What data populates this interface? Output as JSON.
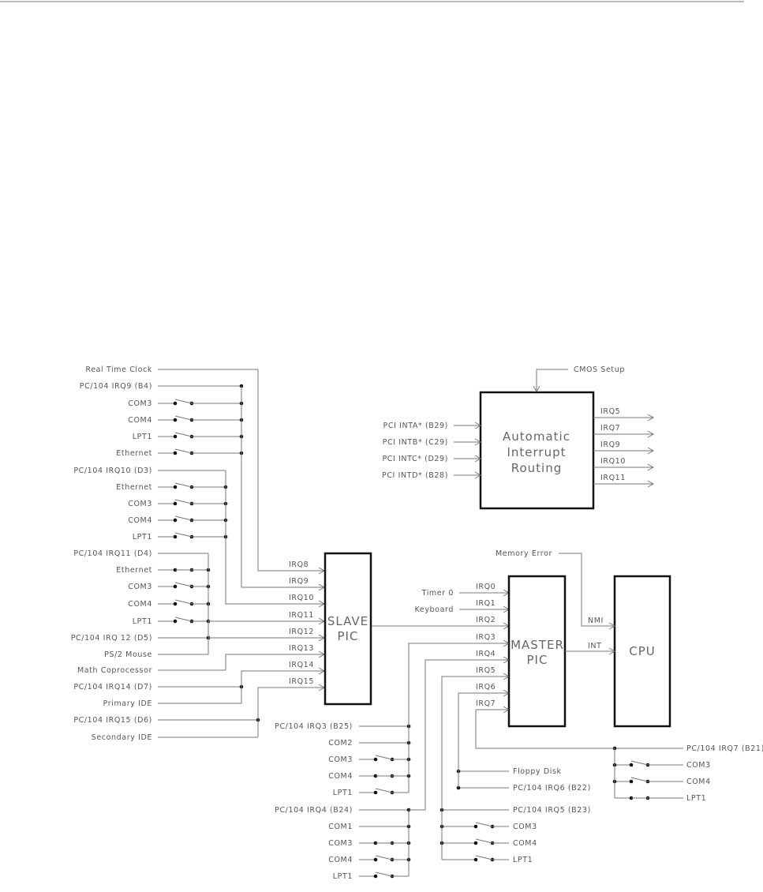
{
  "slave_inputs": [
    {
      "label": "Real Time Clock",
      "switch": "none"
    },
    {
      "label": "PC/104 IRQ9 (B4)",
      "switch": "none"
    },
    {
      "label": "COM3",
      "switch": "open"
    },
    {
      "label": "COM4",
      "switch": "open"
    },
    {
      "label": "LPT1",
      "switch": "open"
    },
    {
      "label": "Ethernet",
      "switch": "open"
    },
    {
      "label": "PC/104 IRQ10 (D3)",
      "switch": "none"
    },
    {
      "label": "Ethernet",
      "switch": "open"
    },
    {
      "label": "COM3",
      "switch": "open"
    },
    {
      "label": "COM4",
      "switch": "open"
    },
    {
      "label": "LPT1",
      "switch": "open"
    },
    {
      "label": "PC/104 IRQ11 (D4)",
      "switch": "none"
    },
    {
      "label": "Ethernet",
      "switch": "closed"
    },
    {
      "label": "COM3",
      "switch": "open"
    },
    {
      "label": "COM4",
      "switch": "open"
    },
    {
      "label": "LPT1",
      "switch": "open"
    },
    {
      "label": "PC/104 IRQ 12 (D5)",
      "switch": "none"
    },
    {
      "label": "PS/2 Mouse",
      "switch": "none"
    },
    {
      "label": "Math Coprocessor",
      "switch": "none"
    },
    {
      "label": "PC/104 IRQ14 (D7)",
      "switch": "none"
    },
    {
      "label": "Primary IDE",
      "switch": "none"
    },
    {
      "label": "PC/104 IRQ15 (D6)",
      "switch": "none"
    },
    {
      "label": "Secondary IDE",
      "switch": "none"
    }
  ],
  "slave_pic": {
    "line1": "SLAVE",
    "line2": "PIC",
    "irqs": [
      "IRQ8",
      "IRQ9",
      "IRQ10",
      "IRQ11",
      "IRQ12",
      "IRQ13",
      "IRQ14",
      "IRQ15"
    ]
  },
  "master_pic": {
    "line1": "MASTER",
    "line2": "PIC",
    "irqs": [
      "IRQ0",
      "IRQ1",
      "IRQ2",
      "IRQ3",
      "IRQ4",
      "IRQ5",
      "IRQ6",
      "IRQ7"
    ],
    "sources": [
      "Timer 0",
      "Keyboard"
    ]
  },
  "cpu": {
    "label": "CPU",
    "nmi": "NMI",
    "int": "INT",
    "memory_error": "Memory Error"
  },
  "irq3_group": [
    {
      "label": "PC/104 IRQ3 (B25)",
      "switch": "none"
    },
    {
      "label": "COM2",
      "switch": "none"
    },
    {
      "label": "COM3",
      "switch": "open"
    },
    {
      "label": "COM4",
      "switch": "closed"
    },
    {
      "label": "LPT1",
      "switch": "open"
    }
  ],
  "irq4_group": [
    {
      "label": "PC/104 IRQ4 (B24)",
      "switch": "none"
    },
    {
      "label": "COM1",
      "switch": "none"
    },
    {
      "label": "COM3",
      "switch": "closed"
    },
    {
      "label": "COM4",
      "switch": "open"
    },
    {
      "label": "LPT1",
      "switch": "open"
    }
  ],
  "irq5_group": [
    {
      "label": "PC/104 IRQ5 (B23)",
      "switch": "none"
    },
    {
      "label": "COM3",
      "switch": "open"
    },
    {
      "label": "COM4",
      "switch": "open"
    },
    {
      "label": "LPT1",
      "switch": "open"
    }
  ],
  "irq6_group": [
    {
      "label": "Floppy Disk",
      "switch": "none"
    },
    {
      "label": "PC/104 IRQ6 (B22)",
      "switch": "none"
    }
  ],
  "irq7_group": [
    {
      "label": "PC/104 IRQ7 (B21)",
      "switch": "none"
    },
    {
      "label": "COM3",
      "switch": "open"
    },
    {
      "label": "COM4",
      "switch": "open"
    },
    {
      "label": "LPT1",
      "switch": "closed"
    }
  ],
  "routing": {
    "line1": "Automatic",
    "line2": "Interrupt",
    "line3": "Routing",
    "cmos": "CMOS Setup",
    "inputs": [
      "PCI INTA* (B29)",
      "PCI INTB* (C29)",
      "PCI INTC* (D29)",
      "PCI INTD* (B28)"
    ],
    "outputs": [
      "IRQ5",
      "IRQ7",
      "IRQ9",
      "IRQ10",
      "IRQ11"
    ]
  }
}
